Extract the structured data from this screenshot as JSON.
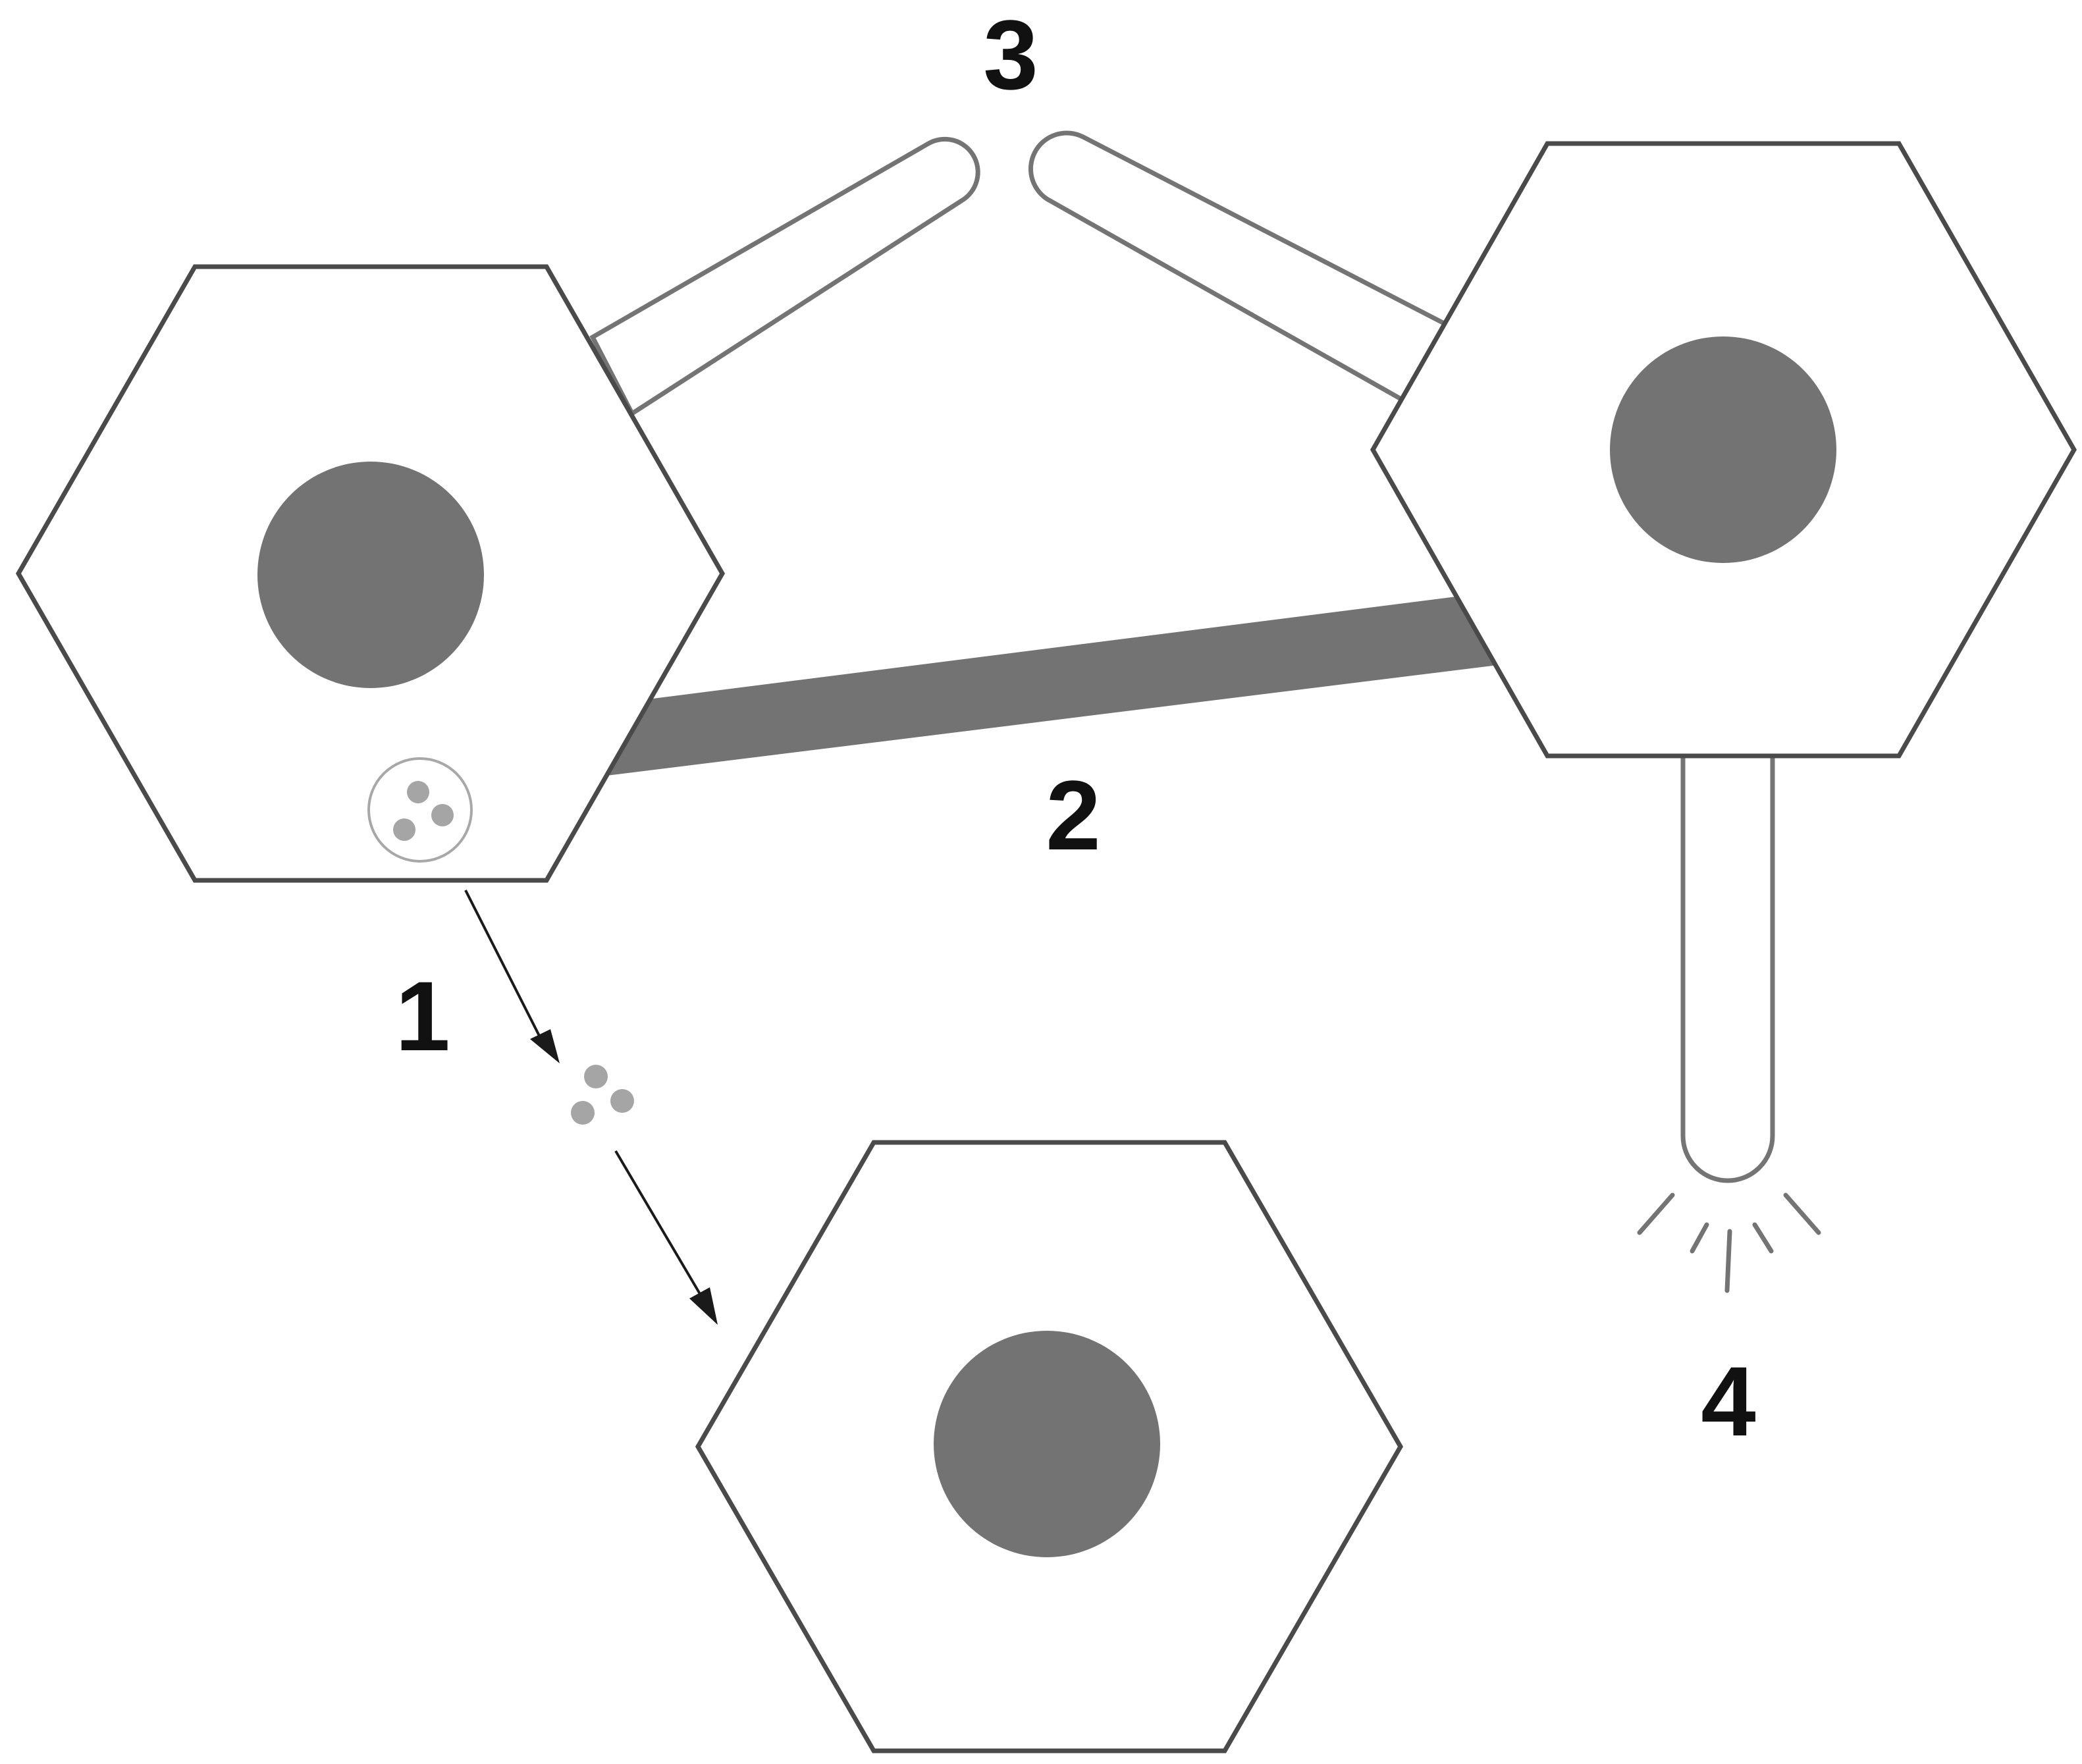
{
  "labels": {
    "mechanism_1": "1",
    "mechanism_2": "2",
    "mechanism_3": "3",
    "mechanism_4": "4"
  },
  "colors": {
    "nucleus": "#737373",
    "bridge": "#737373",
    "particle": "#a5a5a5",
    "outline": "#4a4a4a"
  }
}
